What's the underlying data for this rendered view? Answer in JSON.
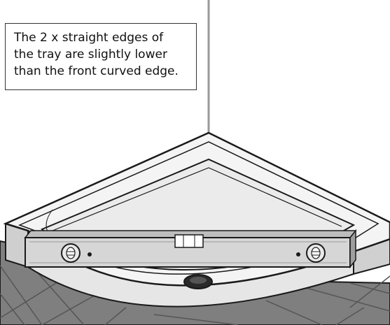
{
  "callout": {
    "lines": [
      "The 2 x straight edges of",
      "the tray are slightly lower",
      "than the front curved edge."
    ]
  },
  "colors": {
    "floor_tile": "#7f7f7f",
    "floor_grout": "#5a5a5a",
    "tray_surface": "#f2f2f2",
    "tray_shadow": "#d9d9d9",
    "level_body": "#d6d6d6",
    "outline": "#1a1a1a"
  }
}
